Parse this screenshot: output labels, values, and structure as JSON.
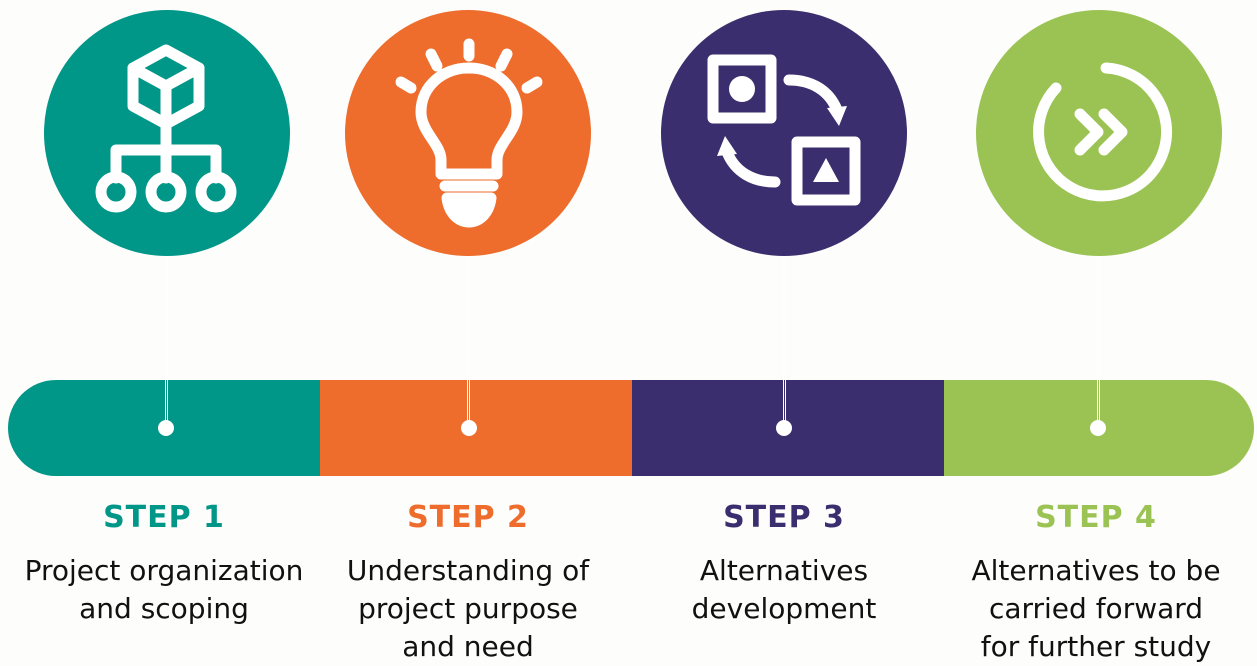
{
  "steps": [
    {
      "title": "STEP 1",
      "lines": [
        "Project organization",
        "and scoping"
      ],
      "color": "#009688",
      "icon": "hierarchy-cube-icon"
    },
    {
      "title": "STEP 2",
      "lines": [
        "Understanding of",
        "project purpose",
        "and need"
      ],
      "color": "#ee6c2c",
      "icon": "lightbulb-icon"
    },
    {
      "title": "STEP 3",
      "lines": [
        "Alternatives",
        "development"
      ],
      "color": "#3b2e6e",
      "icon": "swap-shapes-icon"
    },
    {
      "title": "STEP 4",
      "lines": [
        "Alternatives to be",
        "carried forward",
        "for further study"
      ],
      "color": "#9bc354",
      "icon": "fast-forward-circle-icon"
    }
  ]
}
